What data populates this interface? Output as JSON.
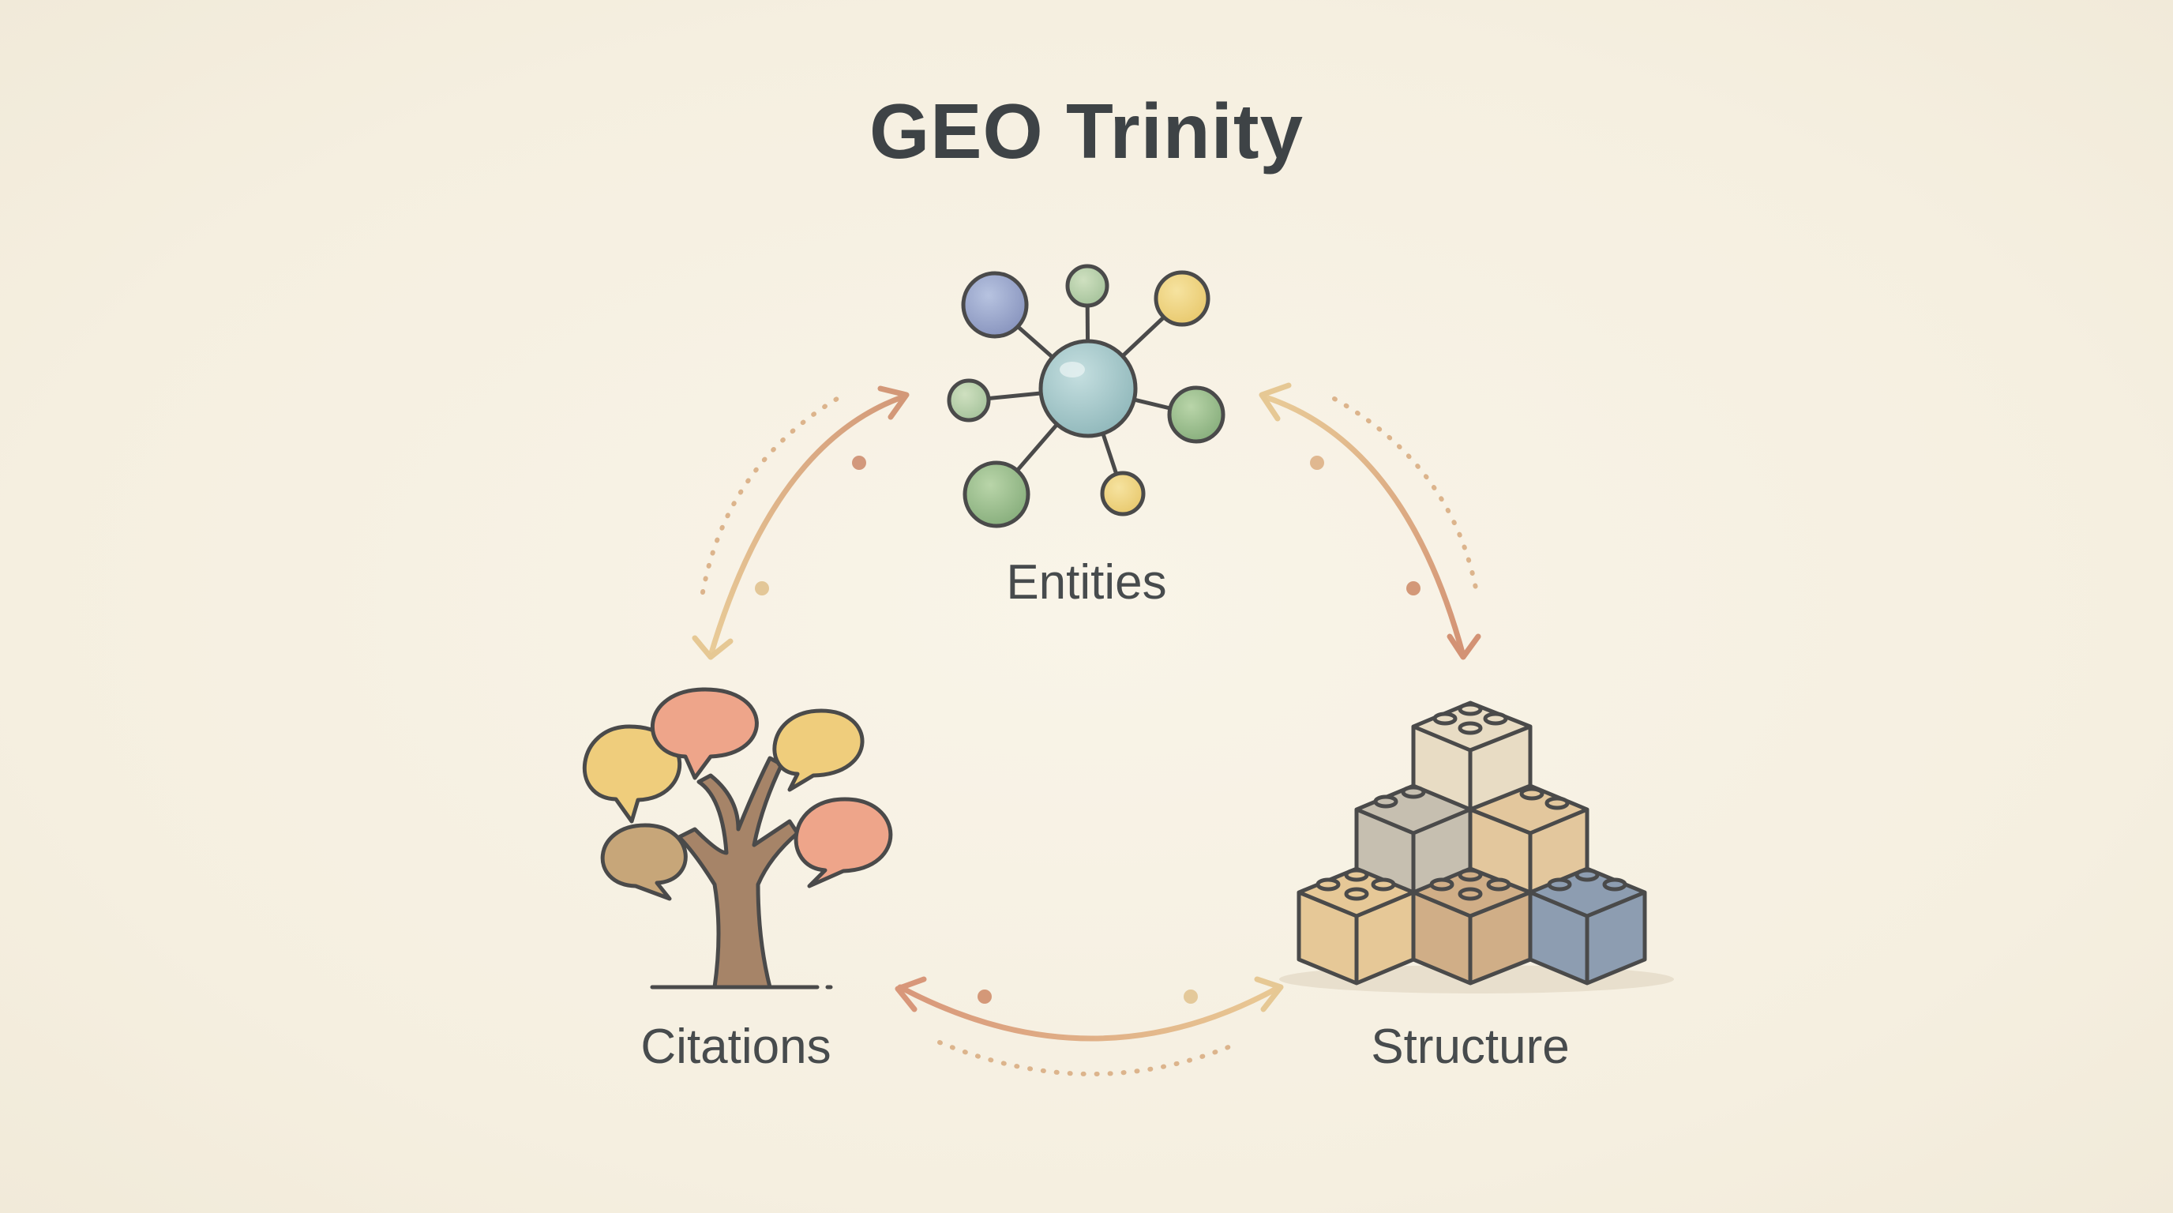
{
  "title": "GEO Trinity",
  "nodes": {
    "entities": {
      "label": "Entities",
      "icon": "network-graph-icon"
    },
    "citations": {
      "label": "Citations",
      "icon": "speech-bubble-tree-icon"
    },
    "structure": {
      "label": "Structure",
      "icon": "building-blocks-icon"
    }
  },
  "colors": {
    "background": "#f7f1e3",
    "text": "#3e4346",
    "arrow_warm": "#d19a78",
    "arrow_light": "#e6c48f",
    "outline": "#4a4a4a"
  }
}
